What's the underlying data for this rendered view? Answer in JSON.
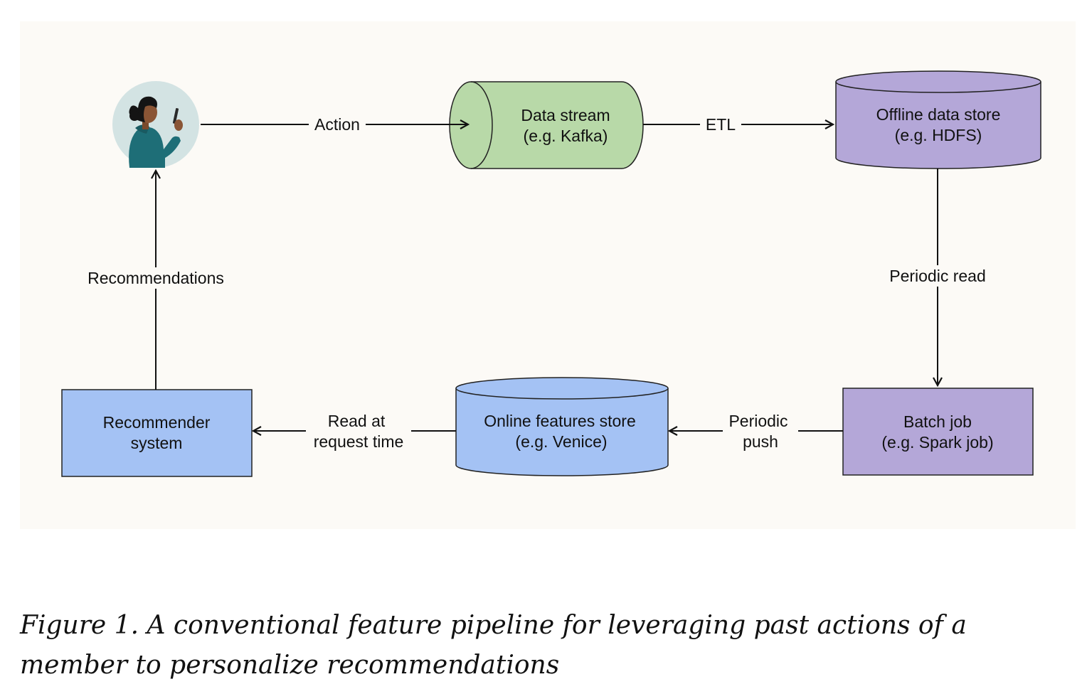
{
  "diagram": {
    "nodes": {
      "member": {
        "icon": "person-with-phone-icon"
      },
      "data_stream": {
        "line1": "Data stream",
        "line2": "(e.g. Kafka)",
        "color": "#b8d9a8"
      },
      "offline_store": {
        "line1": "Offline data store",
        "line2": "(e.g. HDFS)",
        "color": "#b4a7d8"
      },
      "batch_job": {
        "line1": "Batch job",
        "line2": "(e.g. Spark job)",
        "color": "#b4a7d8"
      },
      "online_store": {
        "line1": "Online features store",
        "line2": "(e.g. Venice)",
        "color": "#a4c2f4"
      },
      "recommender": {
        "line1": "Recommender",
        "line2": "system",
        "color": "#a4c2f4"
      }
    },
    "edges": {
      "action": "Action",
      "etl": "ETL",
      "periodic_read": "Periodic read",
      "periodic_push_1": "Periodic",
      "periodic_push_2": "push",
      "read_at_1": "Read at",
      "read_at_2": "request time",
      "recommendations": "Recommendations"
    },
    "background": "#fcfaf6"
  },
  "caption": "Figure 1. A conventional feature pipeline for leveraging past actions of a member to personalize recommendations"
}
